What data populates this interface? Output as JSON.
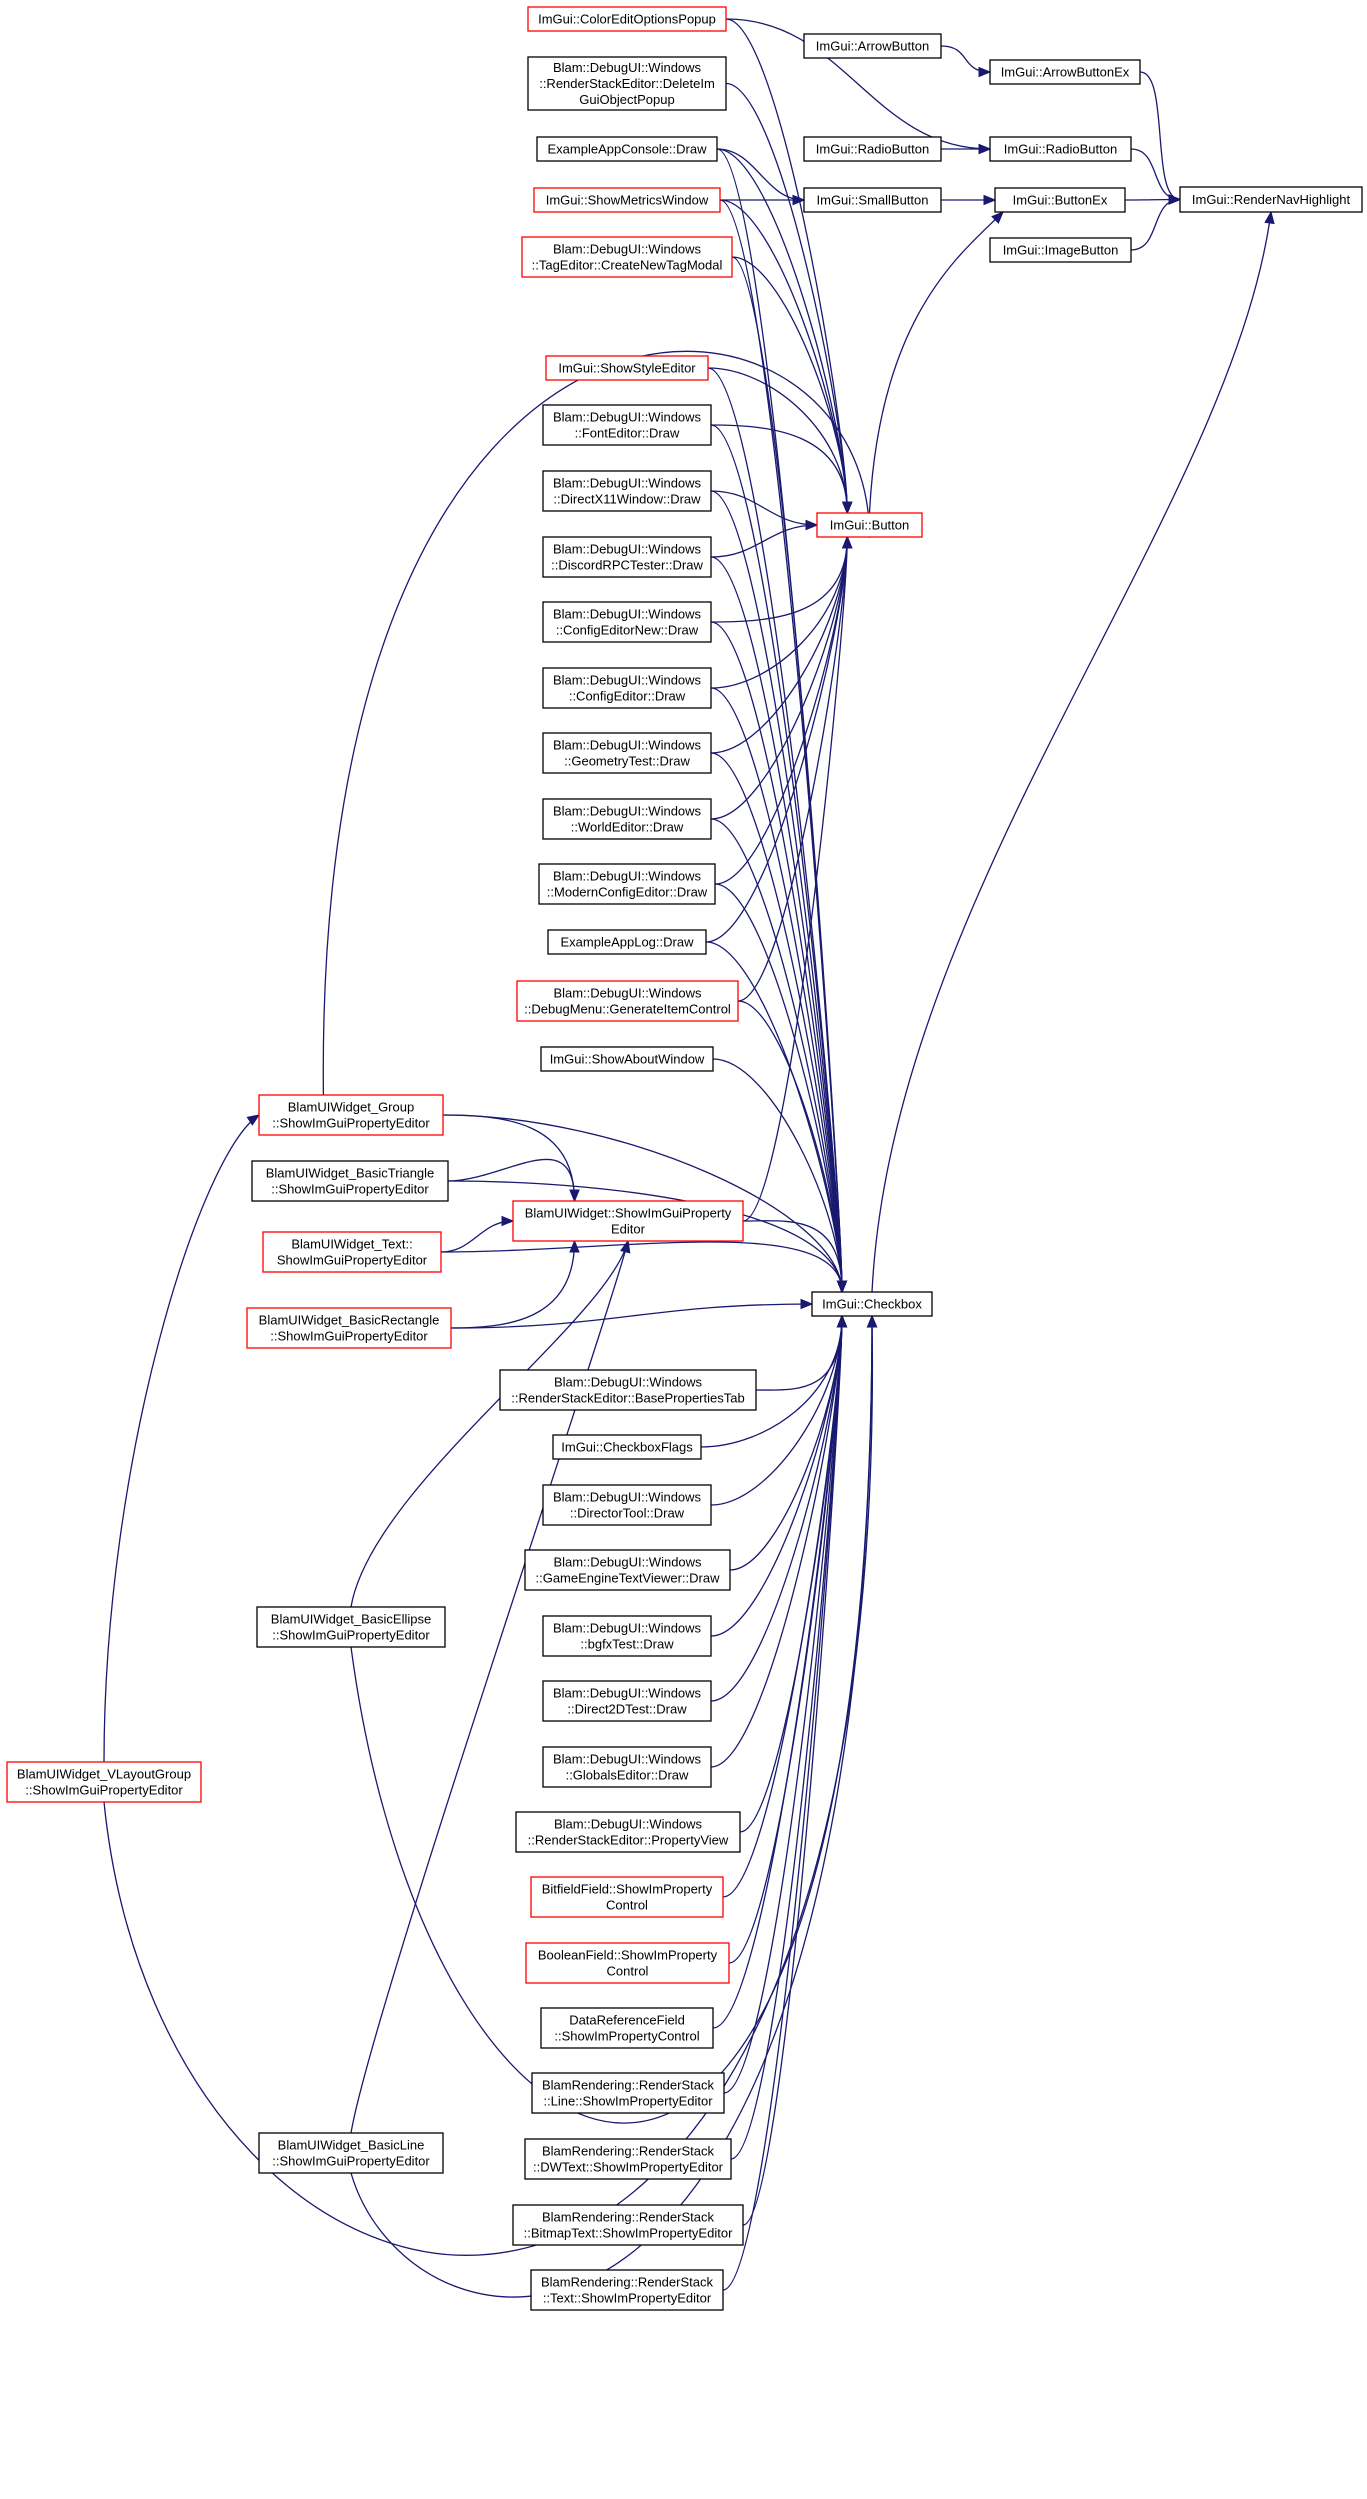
{
  "colors": {
    "edge": "#191970",
    "border_documented": "#000000",
    "border_truncated": "#ff0000",
    "root_fill": "#bfbfbf"
  },
  "nodes": [
    {
      "id": "render_nav_highlight",
      "lines": [
        "ImGui::RenderNavHighlight"
      ],
      "style": "root"
    },
    {
      "id": "arrow_button_ex",
      "lines": [
        "ImGui::ArrowButtonEx"
      ],
      "style": "black"
    },
    {
      "id": "radio_button",
      "lines": [
        "ImGui::RadioButton"
      ],
      "style": "black"
    },
    {
      "id": "button_ex",
      "lines": [
        "ImGui::ButtonEx"
      ],
      "style": "black"
    },
    {
      "id": "image_button",
      "lines": [
        "ImGui::ImageButton"
      ],
      "style": "black"
    },
    {
      "id": "arrow_button",
      "lines": [
        "ImGui::ArrowButton"
      ],
      "style": "black"
    },
    {
      "id": "radio_button_caller",
      "lines": [
        "ImGui::RadioButton"
      ],
      "style": "black"
    },
    {
      "id": "small_button",
      "lines": [
        "ImGui::SmallButton"
      ],
      "style": "black"
    },
    {
      "id": "button",
      "lines": [
        "ImGui::Button"
      ],
      "style": "red"
    },
    {
      "id": "checkbox",
      "lines": [
        "ImGui::Checkbox"
      ],
      "style": "black"
    },
    {
      "id": "color_edit_options_popup",
      "lines": [
        "ImGui::ColorEditOptionsPopup"
      ],
      "style": "red"
    },
    {
      "id": "delete_imgui_object_popup",
      "lines": [
        "Blam::DebugUI::Windows",
        "::RenderStackEditor::DeleteIm",
        "GuiObjectPopup"
      ],
      "style": "black"
    },
    {
      "id": "example_app_console_draw",
      "lines": [
        "ExampleAppConsole::Draw"
      ],
      "style": "black"
    },
    {
      "id": "show_metrics_window",
      "lines": [
        "ImGui::ShowMetricsWindow"
      ],
      "style": "red"
    },
    {
      "id": "create_new_tag_modal",
      "lines": [
        "Blam::DebugUI::Windows",
        "::TagEditor::CreateNewTagModal"
      ],
      "style": "red"
    },
    {
      "id": "show_style_editor",
      "lines": [
        "ImGui::ShowStyleEditor"
      ],
      "style": "red"
    },
    {
      "id": "font_editor_draw",
      "lines": [
        "Blam::DebugUI::Windows",
        "::FontEditor::Draw"
      ],
      "style": "black"
    },
    {
      "id": "directx11_window_draw",
      "lines": [
        "Blam::DebugUI::Windows",
        "::DirectX11Window::Draw"
      ],
      "style": "black"
    },
    {
      "id": "discord_rpc_tester_draw",
      "lines": [
        "Blam::DebugUI::Windows",
        "::DiscordRPCTester::Draw"
      ],
      "style": "black"
    },
    {
      "id": "config_editor_new_draw",
      "lines": [
        "Blam::DebugUI::Windows",
        "::ConfigEditorNew::Draw"
      ],
      "style": "black"
    },
    {
      "id": "config_editor_draw",
      "lines": [
        "Blam::DebugUI::Windows",
        "::ConfigEditor::Draw"
      ],
      "style": "black"
    },
    {
      "id": "geometry_test_draw",
      "lines": [
        "Blam::DebugUI::Windows",
        "::GeometryTest::Draw"
      ],
      "style": "black"
    },
    {
      "id": "world_editor_draw",
      "lines": [
        "Blam::DebugUI::Windows",
        "::WorldEditor::Draw"
      ],
      "style": "black"
    },
    {
      "id": "modern_config_editor_draw",
      "lines": [
        "Blam::DebugUI::Windows",
        "::ModernConfigEditor::Draw"
      ],
      "style": "black"
    },
    {
      "id": "example_app_log_draw",
      "lines": [
        "ExampleAppLog::Draw"
      ],
      "style": "black"
    },
    {
      "id": "generate_item_control",
      "lines": [
        "Blam::DebugUI::Windows",
        "::DebugMenu::GenerateItemControl"
      ],
      "style": "red"
    },
    {
      "id": "show_about_window",
      "lines": [
        "ImGui::ShowAboutWindow"
      ],
      "style": "black"
    },
    {
      "id": "widget_group",
      "lines": [
        "BlamUIWidget_Group",
        "::ShowImGuiPropertyEditor"
      ],
      "style": "red"
    },
    {
      "id": "widget_basic_triangle",
      "lines": [
        "BlamUIWidget_BasicTriangle",
        "::ShowImGuiPropertyEditor"
      ],
      "style": "black"
    },
    {
      "id": "widget_show_imgui_property_editor",
      "lines": [
        "BlamUIWidget::ShowImGuiProperty",
        "Editor"
      ],
      "style": "red"
    },
    {
      "id": "widget_text",
      "lines": [
        "BlamUIWidget_Text::",
        "ShowImGuiPropertyEditor"
      ],
      "style": "red"
    },
    {
      "id": "widget_basic_rectangle",
      "lines": [
        "BlamUIWidget_BasicRectangle",
        "::ShowImGuiPropertyEditor"
      ],
      "style": "red"
    },
    {
      "id": "base_properties_tab",
      "lines": [
        "Blam::DebugUI::Windows",
        "::RenderStackEditor::BasePropertiesTab"
      ],
      "style": "black"
    },
    {
      "id": "checkbox_flags",
      "lines": [
        "ImGui::CheckboxFlags"
      ],
      "style": "black"
    },
    {
      "id": "director_tool_draw",
      "lines": [
        "Blam::DebugUI::Windows",
        "::DirectorTool::Draw"
      ],
      "style": "black"
    },
    {
      "id": "game_engine_text_viewer_draw",
      "lines": [
        "Blam::DebugUI::Windows",
        "::GameEngineTextViewer::Draw"
      ],
      "style": "black"
    },
    {
      "id": "bgfx_test_draw",
      "lines": [
        "Blam::DebugUI::Windows",
        "::bgfxTest::Draw"
      ],
      "style": "black"
    },
    {
      "id": "direct2d_test_draw",
      "lines": [
        "Blam::DebugUI::Windows",
        "::Direct2DTest::Draw"
      ],
      "style": "black"
    },
    {
      "id": "globals_editor_draw",
      "lines": [
        "Blam::DebugUI::Windows",
        "::GlobalsEditor::Draw"
      ],
      "style": "black"
    },
    {
      "id": "property_view",
      "lines": [
        "Blam::DebugUI::Windows",
        "::RenderStackEditor::PropertyView"
      ],
      "style": "black"
    },
    {
      "id": "bitfield_field_control",
      "lines": [
        "BitfieldField::ShowImProperty",
        "Control"
      ],
      "style": "red"
    },
    {
      "id": "boolean_field_control",
      "lines": [
        "BooleanField::ShowImProperty",
        "Control"
      ],
      "style": "red"
    },
    {
      "id": "data_reference_field_control",
      "lines": [
        "DataReferenceField",
        "::ShowImPropertyControl"
      ],
      "style": "black"
    },
    {
      "id": "widget_basic_ellipse",
      "lines": [
        "BlamUIWidget_BasicEllipse",
        "::ShowImGuiPropertyEditor"
      ],
      "style": "black"
    },
    {
      "id": "widget_vlayout_group",
      "lines": [
        "BlamUIWidget_VLayoutGroup",
        "::ShowImGuiPropertyEditor"
      ],
      "style": "red"
    },
    {
      "id": "line_property_editor",
      "lines": [
        "BlamRendering::RenderStack",
        "::Line::ShowImPropertyEditor"
      ],
      "style": "black"
    },
    {
      "id": "dwtext_property_editor",
      "lines": [
        "BlamRendering::RenderStack",
        "::DWText::ShowImPropertyEditor"
      ],
      "style": "black"
    },
    {
      "id": "bitmap_text_property_editor",
      "lines": [
        "BlamRendering::RenderStack",
        "::BitmapText::ShowImPropertyEditor"
      ],
      "style": "black"
    },
    {
      "id": "text_property_editor",
      "lines": [
        "BlamRendering::RenderStack",
        "::Text::ShowImPropertyEditor"
      ],
      "style": "black"
    },
    {
      "id": "widget_basic_line",
      "lines": [
        "BlamUIWidget_BasicLine",
        "::ShowImGuiPropertyEditor"
      ],
      "style": "black"
    }
  ],
  "edges": [
    [
      "arrow_button_ex",
      "render_nav_highlight"
    ],
    [
      "radio_button",
      "render_nav_highlight"
    ],
    [
      "button_ex",
      "render_nav_highlight"
    ],
    [
      "image_button",
      "render_nav_highlight"
    ],
    [
      "checkbox",
      "render_nav_highlight"
    ],
    [
      "arrow_button",
      "arrow_button_ex"
    ],
    [
      "radio_button_caller",
      "radio_button"
    ],
    [
      "small_button",
      "button_ex"
    ],
    [
      "button",
      "button_ex"
    ],
    [
      "color_edit_options_popup",
      "radio_button"
    ],
    [
      "color_edit_options_popup",
      "button"
    ],
    [
      "delete_imgui_object_popup",
      "button"
    ],
    [
      "example_app_console_draw",
      "small_button"
    ],
    [
      "example_app_console_draw",
      "button"
    ],
    [
      "example_app_console_draw",
      "checkbox"
    ],
    [
      "show_metrics_window",
      "small_button"
    ],
    [
      "show_metrics_window",
      "button"
    ],
    [
      "show_metrics_window",
      "checkbox"
    ],
    [
      "create_new_tag_modal",
      "button"
    ],
    [
      "create_new_tag_modal",
      "checkbox"
    ],
    [
      "show_style_editor",
      "button"
    ],
    [
      "show_style_editor",
      "checkbox"
    ],
    [
      "font_editor_draw",
      "button"
    ],
    [
      "font_editor_draw",
      "checkbox"
    ],
    [
      "directx11_window_draw",
      "button"
    ],
    [
      "directx11_window_draw",
      "checkbox"
    ],
    [
      "discord_rpc_tester_draw",
      "button"
    ],
    [
      "discord_rpc_tester_draw",
      "checkbox"
    ],
    [
      "config_editor_new_draw",
      "button"
    ],
    [
      "config_editor_new_draw",
      "checkbox"
    ],
    [
      "config_editor_draw",
      "button"
    ],
    [
      "config_editor_draw",
      "checkbox"
    ],
    [
      "geometry_test_draw",
      "button"
    ],
    [
      "geometry_test_draw",
      "checkbox"
    ],
    [
      "world_editor_draw",
      "button"
    ],
    [
      "world_editor_draw",
      "checkbox"
    ],
    [
      "modern_config_editor_draw",
      "button"
    ],
    [
      "modern_config_editor_draw",
      "checkbox"
    ],
    [
      "example_app_log_draw",
      "button"
    ],
    [
      "example_app_log_draw",
      "checkbox"
    ],
    [
      "generate_item_control",
      "button"
    ],
    [
      "generate_item_control",
      "checkbox"
    ],
    [
      "show_about_window",
      "checkbox"
    ],
    [
      "widget_show_imgui_property_editor",
      "button"
    ],
    [
      "widget_show_imgui_property_editor",
      "checkbox"
    ],
    [
      "widget_group",
      "button"
    ],
    [
      "widget_group",
      "checkbox"
    ],
    [
      "widget_group",
      "widget_show_imgui_property_editor"
    ],
    [
      "widget_basic_triangle",
      "checkbox"
    ],
    [
      "widget_basic_triangle",
      "widget_show_imgui_property_editor"
    ],
    [
      "widget_text",
      "checkbox"
    ],
    [
      "widget_text",
      "widget_show_imgui_property_editor"
    ],
    [
      "widget_basic_rectangle",
      "checkbox"
    ],
    [
      "widget_basic_rectangle",
      "widget_show_imgui_property_editor"
    ],
    [
      "base_properties_tab",
      "checkbox"
    ],
    [
      "checkbox_flags",
      "checkbox"
    ],
    [
      "director_tool_draw",
      "checkbox"
    ],
    [
      "game_engine_text_viewer_draw",
      "checkbox"
    ],
    [
      "bgfx_test_draw",
      "checkbox"
    ],
    [
      "direct2d_test_draw",
      "checkbox"
    ],
    [
      "globals_editor_draw",
      "checkbox"
    ],
    [
      "property_view",
      "checkbox"
    ],
    [
      "bitfield_field_control",
      "checkbox"
    ],
    [
      "boolean_field_control",
      "checkbox"
    ],
    [
      "data_reference_field_control",
      "checkbox"
    ],
    [
      "line_property_editor",
      "checkbox"
    ],
    [
      "dwtext_property_editor",
      "checkbox"
    ],
    [
      "bitmap_text_property_editor",
      "checkbox"
    ],
    [
      "text_property_editor",
      "checkbox"
    ],
    [
      "widget_basic_ellipse",
      "checkbox"
    ],
    [
      "widget_basic_ellipse",
      "widget_show_imgui_property_editor"
    ],
    [
      "widget_basic_line",
      "checkbox"
    ],
    [
      "widget_basic_line",
      "widget_show_imgui_property_editor"
    ],
    [
      "widget_vlayout_group",
      "checkbox"
    ],
    [
      "widget_vlayout_group",
      "widget_group"
    ]
  ]
}
